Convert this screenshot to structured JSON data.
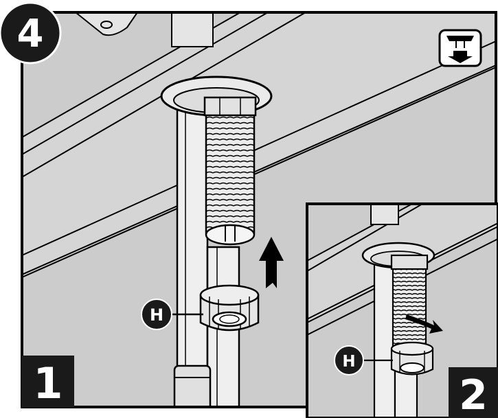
{
  "step": {
    "number": "4"
  },
  "panels": [
    {
      "number": "1"
    },
    {
      "number": "2"
    }
  ],
  "callouts": [
    {
      "letter": "H"
    },
    {
      "letter": "H"
    }
  ],
  "icons": {
    "under_sink": "under-sink-install-icon",
    "arrow_up": "arrow-up-icon",
    "arrow_turn": "curved-arrow-icon"
  },
  "colors": {
    "line": "#000000",
    "panel_bg": "#c9c9c9",
    "counter": "#ececec",
    "metal": "#e8e8e8",
    "badge": "#1a1a1a",
    "label": "#ffffff"
  }
}
